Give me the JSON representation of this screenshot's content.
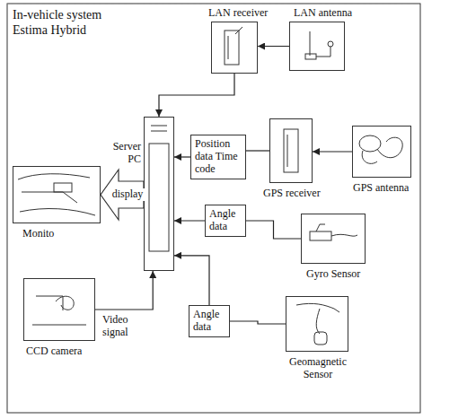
{
  "diagram": {
    "title": "In-vehicle system Estima Hybrid",
    "nodes": [
      {
        "text": [
          "LAN receiver"
        ]
      },
      {
        "text": [
          "LAN antenna"
        ]
      },
      {
        "text": [
          "Server PC"
        ]
      },
      {
        "text": [
          "Position data Time code"
        ]
      },
      {
        "text": [
          "GPS receiver"
        ]
      },
      {
        "text": [
          "GPS antenna"
        ]
      },
      {
        "text": [
          "Angle data"
        ]
      },
      {
        "text": [
          "Gyro Sensor"
        ]
      },
      {
        "text": [
          "Angle data"
        ]
      },
      {
        "text": [
          "Geomagnetic Sensor"
        ]
      },
      {
        "text": [
          "Monito"
        ]
      },
      {
        "text": [
          "CCD camera"
        ]
      }
    ],
    "edges": [
      {
        "from": 1,
        "to": 0,
        "arrow": "to"
      },
      {
        "from": 0,
        "to": 2,
        "arrow": "to"
      },
      {
        "from": 5,
        "to": 4,
        "arrow": "to"
      },
      {
        "from": 4,
        "to": 3,
        "arrow": "none"
      },
      {
        "from": 3,
        "to": 2,
        "arrow": "to"
      },
      {
        "from": 7,
        "to": 6,
        "arrow": "none"
      },
      {
        "from": 6,
        "to": 2,
        "arrow": "to"
      },
      {
        "from": 9,
        "to": 8,
        "arrow": "none"
      },
      {
        "from": 8,
        "to": 2,
        "arrow": "to"
      },
      {
        "from": 2,
        "to": 10,
        "label": "display",
        "arrow": "to"
      },
      {
        "from": 11,
        "to": 2,
        "label": "Video signal",
        "arrow": "to"
      }
    ]
  }
}
